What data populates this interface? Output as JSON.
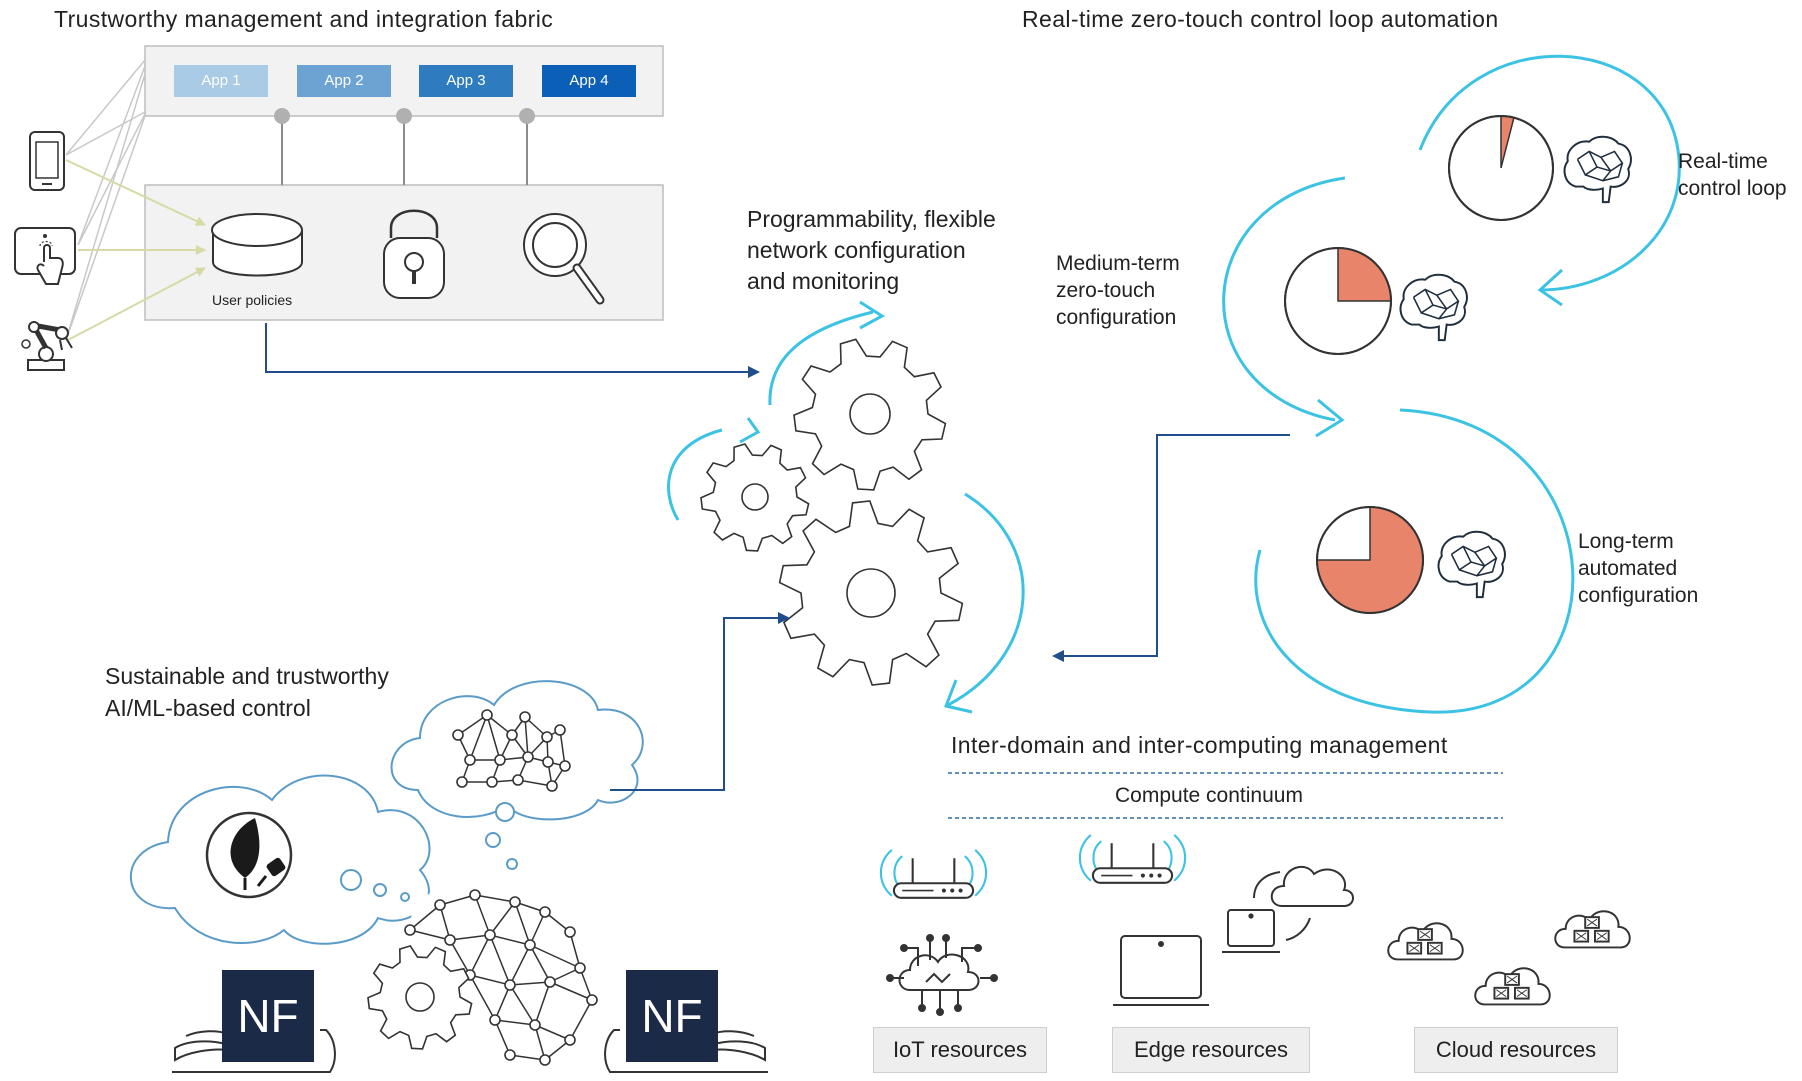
{
  "sections": {
    "trust_fabric": "Trustworthy management and integration fabric",
    "realtime_automation": "Real-time zero-touch control loop automation",
    "programmability": "Programmability, flexible\nnetwork configuration\nand monitoring",
    "ai_ml_control": "Sustainable and trustworthy\nAI/ML-based control",
    "inter_domain": "Inter-domain and inter-computing management",
    "compute_continuum": "Compute continuum"
  },
  "apps": [
    {
      "label": "App 1",
      "color": "#a9cbe6"
    },
    {
      "label": "App 2",
      "color": "#6ca3d3"
    },
    {
      "label": "App 3",
      "color": "#2f7bc0"
    },
    {
      "label": "App 4",
      "color": "#0b5fb6"
    }
  ],
  "user_policies": "User policies",
  "loops": [
    {
      "label": "Real-time\ncontrol loop",
      "fraction": 0.04
    },
    {
      "label": "Medium-term\nzero-touch\nconfiguration",
      "fraction": 0.25
    },
    {
      "label": "Long-term\nautomated\nconfiguration",
      "fraction": 0.75
    }
  ],
  "nf_label": "NF",
  "resources": {
    "iot": "IoT resources",
    "edge": "Edge resources",
    "cloud": "Cloud resources"
  },
  "colors": {
    "loop_arrow": "#3cc3e3",
    "flow_arrow": "#1f4e8c",
    "pie_fill": "#e8846a",
    "panel_bg": "#f2f2f2",
    "dashed": "#2f6ca8",
    "nf_bg": "#1b2a47"
  },
  "icons": [
    "smartphone-icon",
    "touchscreen-icon",
    "robot-arm-icon",
    "database-icon",
    "lock-icon",
    "magnifier-icon",
    "gear-icon",
    "brain-icon",
    "leaf-plug-icon",
    "neural-network-icon",
    "router-icon",
    "iot-cloud-icon",
    "laptop-icon",
    "cloud-icon",
    "cloud-server-icon",
    "hand-icon"
  ]
}
